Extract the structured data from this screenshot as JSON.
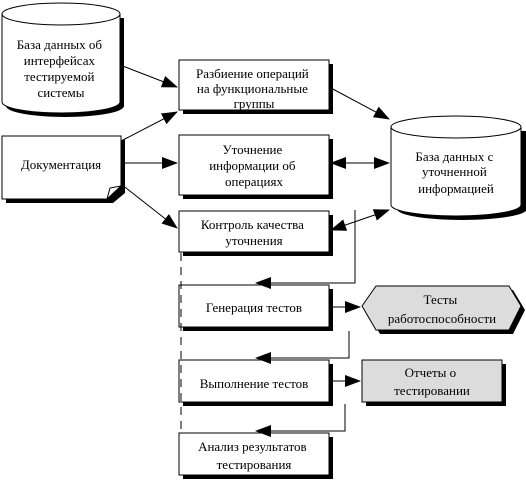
{
  "nodes": {
    "db_interfaces": [
      "База данных об",
      "интерфейсах",
      "тестируемой",
      "системы"
    ],
    "documentation": [
      "Документация"
    ],
    "split_operations": [
      "Разбиение операций",
      "на функциональные",
      "группы"
    ],
    "refine_info": [
      "Уточнение",
      "информации об",
      "операциях"
    ],
    "quality_control": [
      "Контроль качества",
      "уточнения"
    ],
    "db_refined": [
      "База данных с",
      "уточненной",
      "информацией"
    ],
    "generate_tests": [
      "Генерация тестов"
    ],
    "run_tests": [
      "Выполнение тестов"
    ],
    "analyze_results": [
      "Анализ результатов",
      "тестирования"
    ],
    "tests_output": [
      "Тесты",
      "работоспособности"
    ],
    "reports_output": [
      "Отчеты о",
      "тестировании"
    ]
  },
  "colors": {
    "stroke": "#000000",
    "fill": "#ffffff",
    "output_fill": "#dcdcdc"
  }
}
